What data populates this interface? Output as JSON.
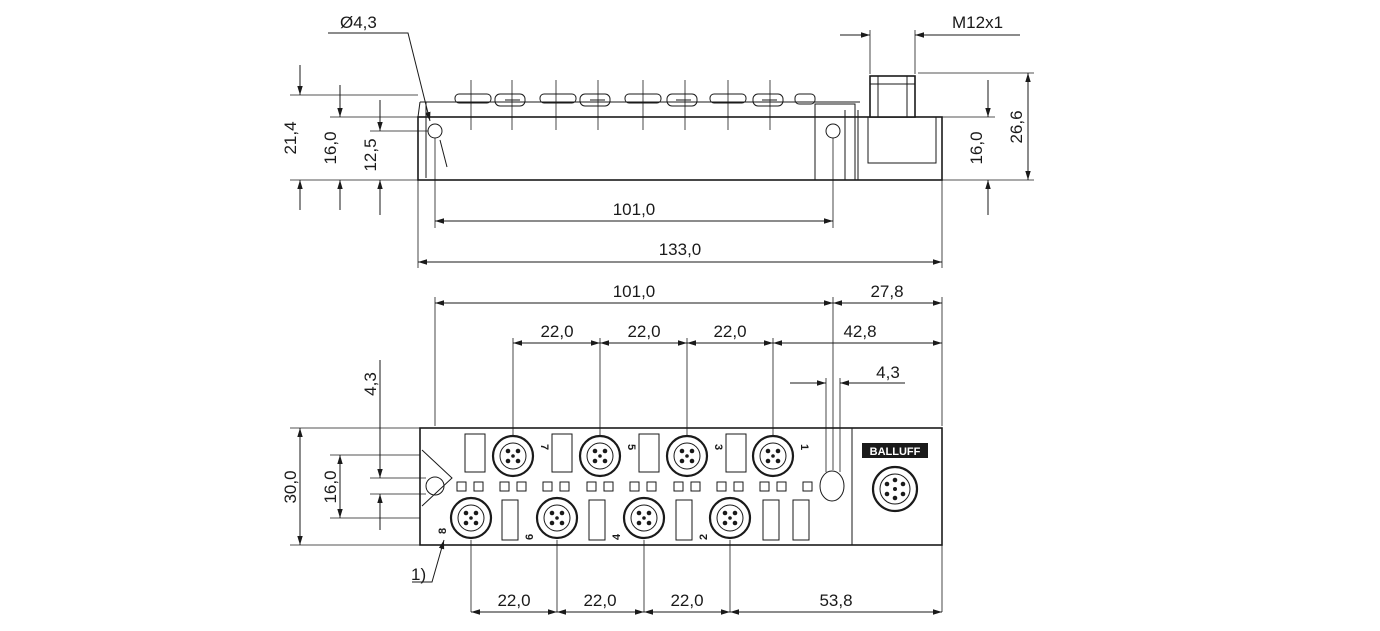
{
  "side_view": {
    "hole_diameter": "Ø4,3",
    "thread": "M12x1",
    "height_total": "21,4",
    "height_body": "16,0",
    "height_hole": "12,5",
    "height_right_total": "26,6",
    "height_right_body": "16,0",
    "length_hole_span": "101,0",
    "length_total": "133,0"
  },
  "top_view": {
    "length_hole_span": "101,0",
    "length_end_section": "27,8",
    "length_right_offset": "42,8",
    "hole_width": "4,3",
    "hole_offset_vertical": "4,3",
    "height_total": "30,0",
    "height_hole_span": "16,0",
    "pitch_top_1": "22,0",
    "pitch_top_2": "22,0",
    "pitch_top_3": "22,0",
    "pitch_bottom_1": "22,0",
    "pitch_bottom_2": "22,0",
    "pitch_bottom_3": "22,0",
    "length_bottom_right": "53,8",
    "callout": "1)",
    "brand": "BALLUFF",
    "port_numbers_top": [
      "7",
      "5",
      "3",
      "1"
    ],
    "port_numbers_bottom": [
      "8",
      "6",
      "4",
      "2"
    ]
  }
}
